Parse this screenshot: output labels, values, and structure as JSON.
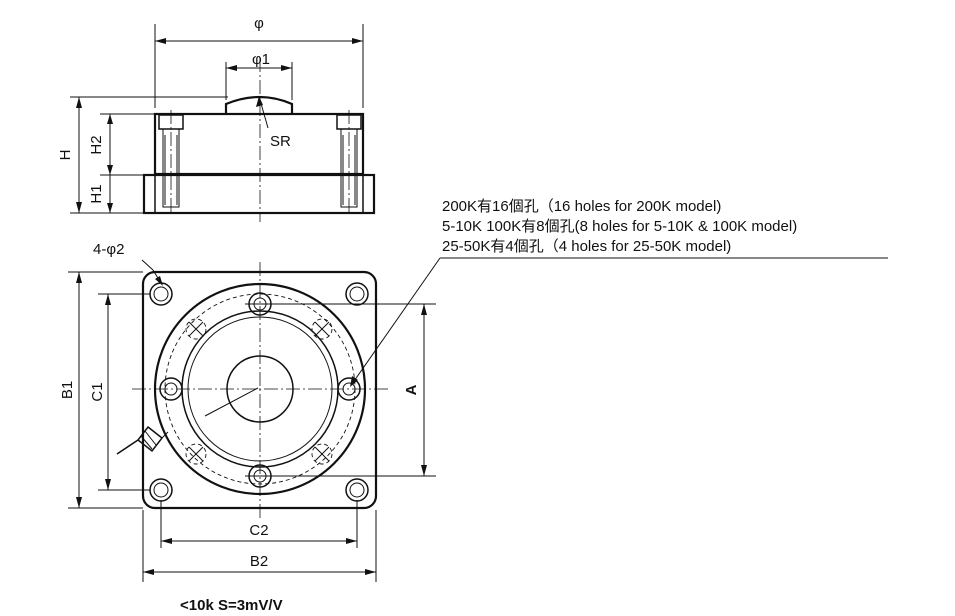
{
  "dimensions": {
    "phi": "φ",
    "phi1": "φ1",
    "sr": "SR",
    "h": "H",
    "h1": "H1",
    "h2": "H2",
    "hole_callout": "4-φ2",
    "b1": "B1",
    "c1": "C1",
    "a": "A",
    "c2": "C2",
    "b2": "B2"
  },
  "hole_notes": [
    "200K有16個孔（16 holes for 200K model)",
    "5-10K 100K有8個孔(8 holes for 5-10K & 100K model)",
    "25-50K有4個孔（4 holes for 25-50K model)"
  ],
  "footer": "<10k  S=3mV/V"
}
